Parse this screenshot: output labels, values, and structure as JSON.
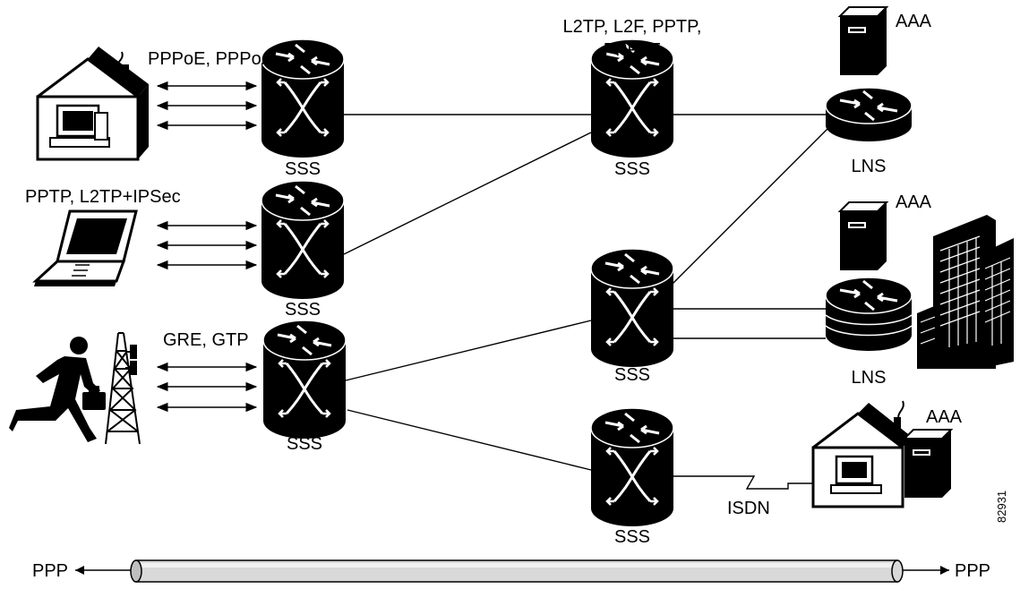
{
  "protocols": {
    "home": "PPPoE, PPPoA",
    "laptop": "PPTP, L2TP+IPSec",
    "mobile": "GRE, GTP",
    "tunnel_line1": "L2TP, L2F, PPTP,",
    "tunnel_line2": "PPPoE"
  },
  "routers": {
    "r1": "SSS",
    "r2": "SSS",
    "r3": "SSS",
    "r4": "SSS",
    "r5": "SSS",
    "r6": "SSS"
  },
  "servers": {
    "aaa1": "AAA",
    "aaa2": "AAA",
    "aaa3": "AAA",
    "lns1": "LNS",
    "lns2": "LNS"
  },
  "links": {
    "isdn": "ISDN"
  },
  "pipe": {
    "left": "PPP",
    "right": "PPP"
  },
  "figure_id": "82931"
}
